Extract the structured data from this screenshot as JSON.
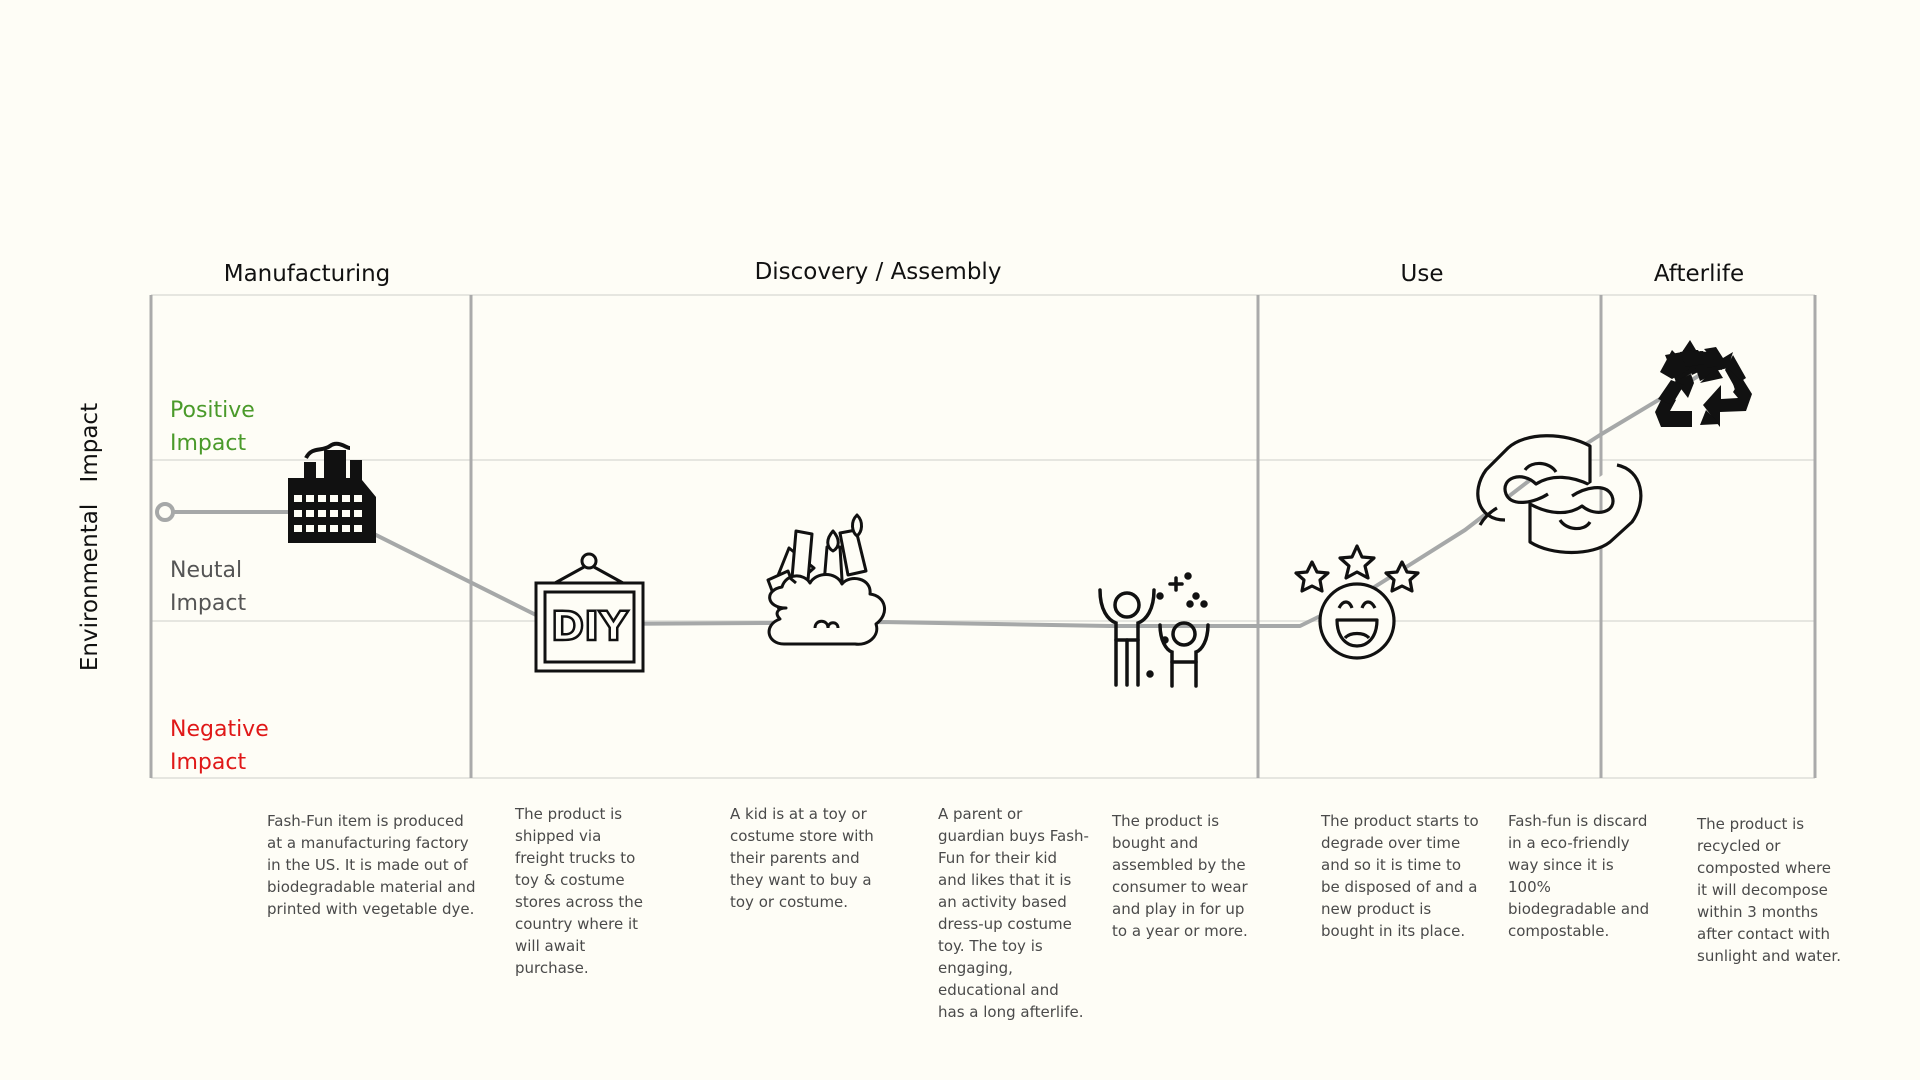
{
  "phases": [
    {
      "title": "Manufacturing"
    },
    {
      "title": "Discovery / Assembly"
    },
    {
      "title": "Use"
    },
    {
      "title": "Afterlife"
    }
  ],
  "axis": {
    "title": "Environmental Impact",
    "levels": [
      {
        "line1": "Positive",
        "line2": "Impact",
        "color": "#4a9a2a"
      },
      {
        "line1": "Neutal",
        "line2": "Impact",
        "color": "#555555"
      },
      {
        "line1": "Negative",
        "line2": "Impact",
        "color": "#e01818"
      }
    ]
  },
  "journey_steps": [
    {
      "icon": "factory-icon",
      "impact": "between neutral and positive"
    },
    {
      "icon": "diy-sign-icon",
      "impact": "neutral"
    },
    {
      "icon": "art-supplies-icon",
      "impact": "neutral"
    },
    {
      "icon": "parent-child-icon",
      "impact": "neutral"
    },
    {
      "icon": "happy-face-stars-icon",
      "impact": "neutral"
    },
    {
      "icon": "hands-care-icon",
      "impact": "between neutral and positive"
    },
    {
      "icon": "recycle-icon",
      "impact": "positive"
    }
  ],
  "descriptions": [
    {
      "text": "Fash-Fun item is produced at a manufacturing factory in the US. It is made out of biodegradable material and printed with vegetable dye."
    },
    {
      "text": "The product is shipped via freight trucks to toy & costume stores across the country where it will await purchase."
    },
    {
      "text": "A kid is at a toy or costume store with their parents and they want to buy a toy or costume."
    },
    {
      "text": "A parent or guardian buys Fash-Fun for their kid and likes that it is an activity based dress-up costume toy. The toy is engaging, educational and has a long afterlife."
    },
    {
      "text": "The product is bought and assembled by the consumer to wear and play in for up to a year or more."
    },
    {
      "text": "The product starts to degrade over time and so it is time to be disposed of and a new product is bought in its place."
    },
    {
      "text": "Fash-fun is discard in a eco-friendly way since it is 100% biodegradable and compostable."
    },
    {
      "text": "The product is recycled or composted where it will decompose within 3 months after contact with sunlight and water."
    }
  ],
  "colors": {
    "background": "#fefdf6",
    "frame": "#aaaaaa",
    "grid": "#e6e6e0",
    "journey_line": "#a6a8a8",
    "icon": "#111111"
  }
}
